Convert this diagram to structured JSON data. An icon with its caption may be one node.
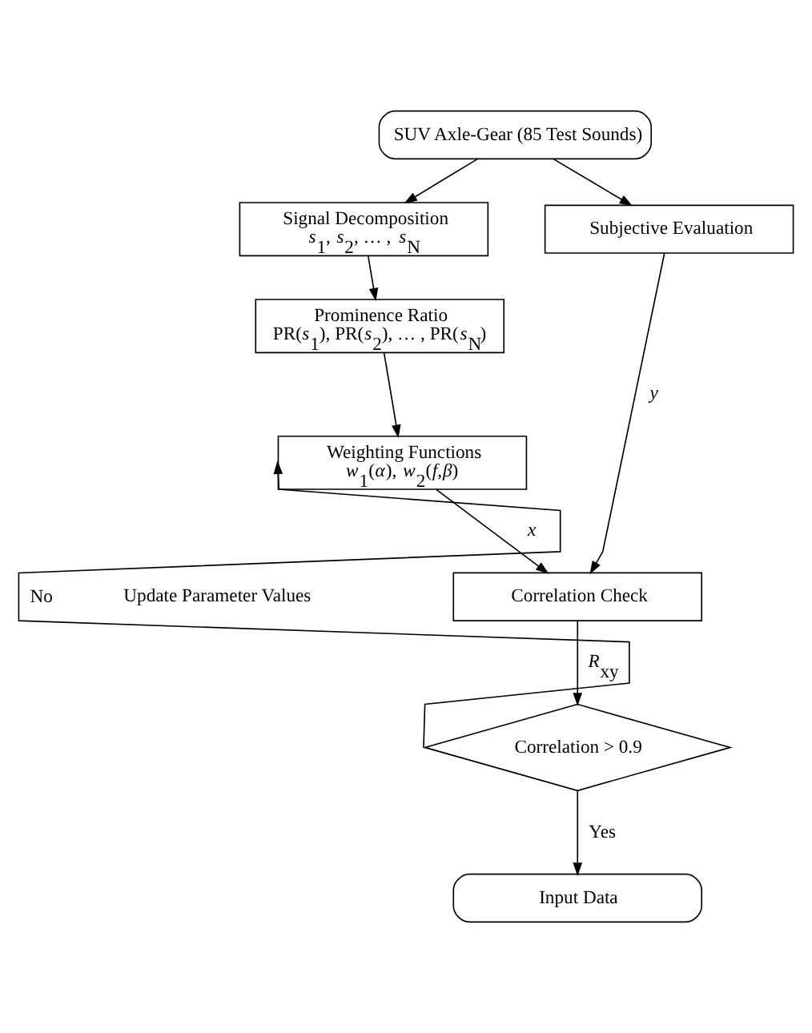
{
  "diagram": {
    "nodes": [
      {
        "text": [
          "SUV Axle-Gear (85 Test Sounds)"
        ]
      },
      {
        "text": [
          "Signal Decomposition",
          "*s*$_{1}$, *s*$_{2}$, … , *s*$_{N}$"
        ]
      },
      {
        "text": [
          "Subjective Evaluation"
        ]
      },
      {
        "text": [
          "Prominence Ratio",
          "PR(*s*$_{1}$), PR(*s*$_{2}$), … , PR(*s*$_{N}$)"
        ]
      },
      {
        "text": [
          "Weighting Functions",
          "*w*$_{1}$(*α*), *w*$_{2}$(*f*,*β*)"
        ]
      },
      {
        "text": [
          "Correlation Check"
        ]
      },
      {
        "text": [
          "Correlation > 0.9"
        ]
      },
      {
        "text": [
          "Input Data"
        ]
      }
    ],
    "edges": [
      {
        "from": 0,
        "to": 1,
        "arrow": "to"
      },
      {
        "from": 0,
        "to": 2,
        "arrow": "to"
      },
      {
        "from": 1,
        "to": 3,
        "arrow": "to"
      },
      {
        "from": 3,
        "to": 4,
        "arrow": "to"
      },
      {
        "from": 4,
        "to": 5,
        "arrow": "to",
        "label": "*x*"
      },
      {
        "from": 2,
        "to": 5,
        "arrow": "to",
        "label": "*y*"
      },
      {
        "from": 5,
        "to": 6,
        "arrow": "to",
        "label": "*R*$_{xy}$"
      },
      {
        "from": 6,
        "to": 7,
        "arrow": "to",
        "label": "Yes"
      },
      {
        "from": 6,
        "to": 4,
        "arrow": "to",
        "label": "No"
      }
    ],
    "labels": [
      "Update Parameter Values"
    ]
  }
}
